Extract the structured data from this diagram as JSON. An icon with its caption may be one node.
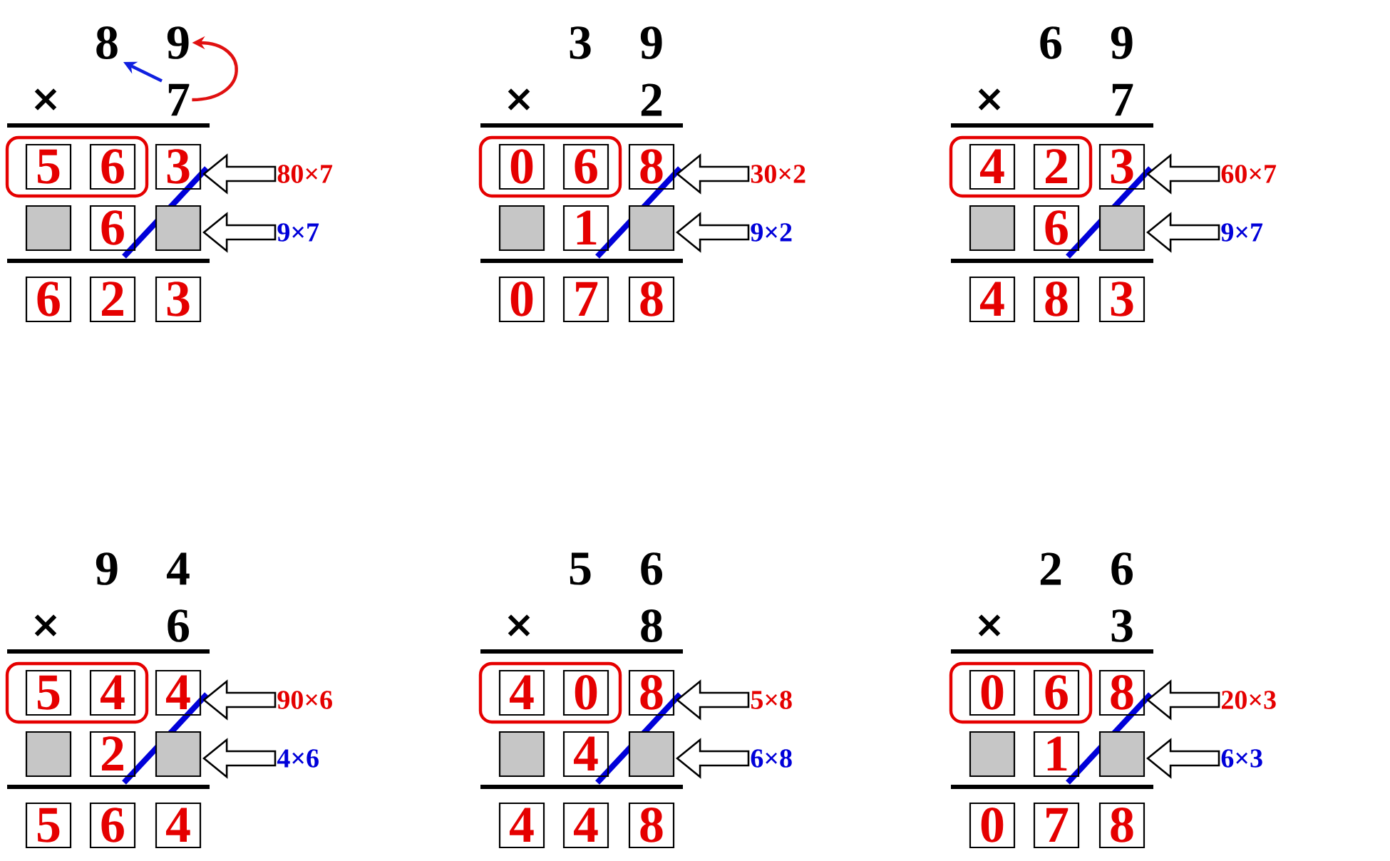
{
  "diagram": {
    "nodes": [
      {
        "text": [
          "8"
        ]
      },
      {
        "text": [
          "9"
        ]
      },
      {
        "text": [
          "7"
        ]
      },
      {
        "text": [],
        "shape": "box"
      },
      {
        "text": [
          "5"
        ],
        "in": 3
      },
      {
        "text": [
          "6"
        ],
        "in": 3
      },
      {
        "text": [
          "3"
        ]
      },
      {
        "text": [
          "80×7"
        ]
      },
      {
        "text": [],
        "shape": "box"
      },
      {
        "text": [
          "6"
        ]
      },
      {
        "text": [],
        "shape": "box"
      },
      {
        "text": [
          "9×7"
        ]
      },
      {
        "text": [
          "6"
        ]
      },
      {
        "text": [
          "2"
        ]
      },
      {
        "text": [
          "3"
        ]
      },
      {
        "text": [
          "3"
        ]
      },
      {
        "text": [
          "9"
        ]
      },
      {
        "text": [
          "2"
        ]
      },
      {
        "text": [],
        "shape": "box"
      },
      {
        "text": [
          "0"
        ],
        "in": 18
      },
      {
        "text": [
          "6"
        ],
        "in": 18
      },
      {
        "text": [
          "8"
        ]
      },
      {
        "text": [
          "30×2"
        ]
      },
      {
        "text": [],
        "shape": "box"
      },
      {
        "text": [
          "1"
        ]
      },
      {
        "text": [],
        "shape": "box"
      },
      {
        "text": [
          "9×2"
        ]
      },
      {
        "text": [
          "0"
        ]
      },
      {
        "text": [
          "7"
        ]
      },
      {
        "text": [
          "8"
        ]
      },
      {
        "text": [
          "6"
        ]
      },
      {
        "text": [
          "9"
        ]
      },
      {
        "text": [
          "7"
        ]
      },
      {
        "text": [],
        "shape": "box"
      },
      {
        "text": [
          "4"
        ],
        "in": 33
      },
      {
        "text": [
          "2"
        ],
        "in": 33
      },
      {
        "text": [
          "3"
        ]
      },
      {
        "text": [
          "60×7"
        ]
      },
      {
        "text": [],
        "shape": "box"
      },
      {
        "text": [
          "6"
        ]
      },
      {
        "text": [],
        "shape": "box"
      },
      {
        "text": [
          "9×7"
        ]
      },
      {
        "text": [
          "4"
        ]
      },
      {
        "text": [
          "8"
        ]
      },
      {
        "text": [
          "3"
        ]
      },
      {
        "text": [
          "9"
        ]
      },
      {
        "text": [
          "4"
        ]
      },
      {
        "text": [
          "6"
        ]
      },
      {
        "text": [],
        "shape": "box"
      },
      {
        "text": [
          "5"
        ],
        "in": 48
      },
      {
        "text": [
          "4"
        ],
        "in": 48
      },
      {
        "text": [
          "4"
        ]
      },
      {
        "text": [
          "90×6"
        ]
      },
      {
        "text": [],
        "shape": "box"
      },
      {
        "text": [
          "2"
        ]
      },
      {
        "text": [],
        "shape": "box"
      },
      {
        "text": [
          "4×6"
        ]
      },
      {
        "text": [
          "5"
        ]
      },
      {
        "text": [
          "6"
        ]
      },
      {
        "text": [
          "4"
        ]
      },
      {
        "text": [
          "5"
        ]
      },
      {
        "text": [
          "6"
        ]
      },
      {
        "text": [
          "8"
        ]
      },
      {
        "text": [],
        "shape": "box"
      },
      {
        "text": [
          "4"
        ],
        "in": 63
      },
      {
        "text": [
          "0"
        ],
        "in": 63
      },
      {
        "text": [
          "8"
        ]
      },
      {
        "text": [
          "5×8"
        ]
      },
      {
        "text": [],
        "shape": "box"
      },
      {
        "text": [
          "4"
        ]
      },
      {
        "text": [],
        "shape": "box"
      },
      {
        "text": [
          "6×8"
        ]
      },
      {
        "text": [
          "4"
        ]
      },
      {
        "text": [
          "4"
        ]
      },
      {
        "text": [
          "8"
        ]
      },
      {
        "text": [
          "2"
        ]
      },
      {
        "text": [
          "6"
        ]
      },
      {
        "text": [
          "3"
        ]
      },
      {
        "text": [],
        "shape": "box"
      },
      {
        "text": [
          "0"
        ],
        "in": 78
      },
      {
        "text": [
          "6"
        ],
        "in": 78
      },
      {
        "text": [
          "8"
        ]
      },
      {
        "text": [
          "20×3"
        ]
      },
      {
        "text": [],
        "shape": "box"
      },
      {
        "text": [
          "1"
        ]
      },
      {
        "text": [],
        "shape": "box"
      },
      {
        "text": [
          "6×3"
        ]
      },
      {
        "text": [
          "0"
        ]
      },
      {
        "text": [
          "7"
        ]
      },
      {
        "text": [
          "8"
        ]
      }
    ],
    "edges": [
      {
        "from": 2,
        "to": 0,
        "arrow": "to",
        "color": "#1020e0"
      },
      {
        "from": 2,
        "to": 1,
        "arrow": "to",
        "color": "#e01010"
      },
      {
        "from": 7,
        "to": 6,
        "arrow": "to"
      },
      {
        "from": 11,
        "to": 10,
        "arrow": "to"
      },
      {
        "from": 22,
        "to": 21,
        "arrow": "to"
      },
      {
        "from": 26,
        "to": 25,
        "arrow": "to"
      },
      {
        "from": 37,
        "to": 36,
        "arrow": "to"
      },
      {
        "from": 41,
        "to": 40,
        "arrow": "to"
      },
      {
        "from": 52,
        "to": 51,
        "arrow": "to"
      },
      {
        "from": 56,
        "to": 55,
        "arrow": "to"
      },
      {
        "from": 67,
        "to": 66,
        "arrow": "to"
      },
      {
        "from": 71,
        "to": 70,
        "arrow": "to"
      },
      {
        "from": 82,
        "to": 81,
        "arrow": "to"
      },
      {
        "from": 86,
        "to": 85,
        "arrow": "to"
      }
    ],
    "labels": [
      "×",
      "×",
      "×",
      "×",
      "×",
      "×"
    ]
  }
}
